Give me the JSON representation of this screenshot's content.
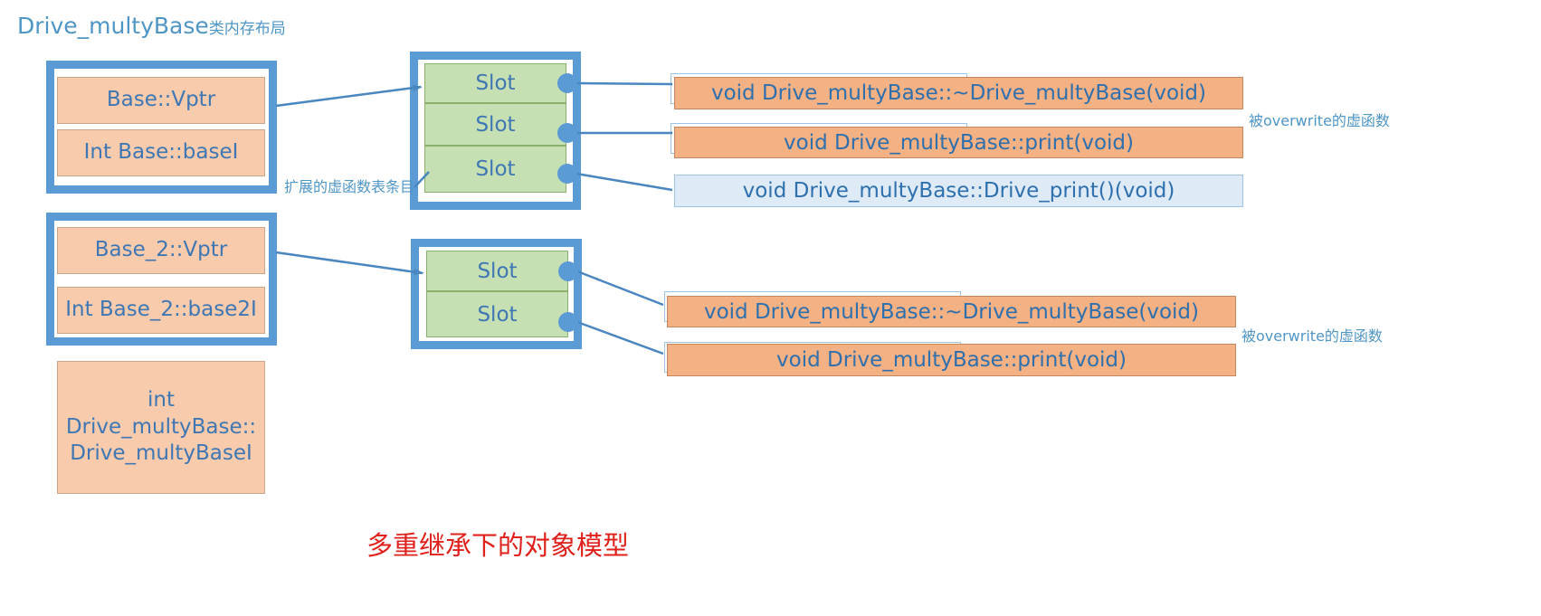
{
  "title": {
    "main": "Drive_multyBase",
    "suffix": "类内存布局"
  },
  "object_layout": {
    "base1": {
      "vptr": "Base::Vptr",
      "member": "Int Base::baseI"
    },
    "base2": {
      "vptr": "Base_2::Vptr",
      "member": "Int Base_2::base2I"
    },
    "derived_member": {
      "line1": "int",
      "line2": "Drive_multyBase::",
      "line3": "Drive_multyBaseI"
    }
  },
  "vtable1": {
    "slots": [
      "Slot",
      "Slot",
      "Slot"
    ]
  },
  "vtable2": {
    "slots": [
      "Slot",
      "Slot"
    ]
  },
  "functions1": [
    {
      "label": "void Drive_multyBase::~Drive_multyBase(void)",
      "kind": "overwritten"
    },
    {
      "label": "void Drive_multyBase::print(void)",
      "kind": "overwritten"
    },
    {
      "label": "void Drive_multyBase::Drive_print()(void)",
      "kind": "extended"
    }
  ],
  "functions2": [
    {
      "label": "void Drive_multyBase::~Drive_multyBase(void)",
      "kind": "overwritten"
    },
    {
      "label": "void Drive_multyBase::print(void)",
      "kind": "overwritten"
    }
  ],
  "notes": {
    "extended_entry": "扩展的虚函数表条目",
    "overwritten1": "被overwrite的虚函数",
    "overwritten2": "被overwrite的虚函数"
  },
  "caption": "多重继承下的对象模型",
  "colors": {
    "frame": "#5b9bd5",
    "cell": "#f8cbad",
    "slot": "#c6e0b4",
    "func_overwritten": "#f4b183",
    "func_extended": "#deebf7",
    "text": "#3e77b3",
    "caption": "#e0201b"
  }
}
